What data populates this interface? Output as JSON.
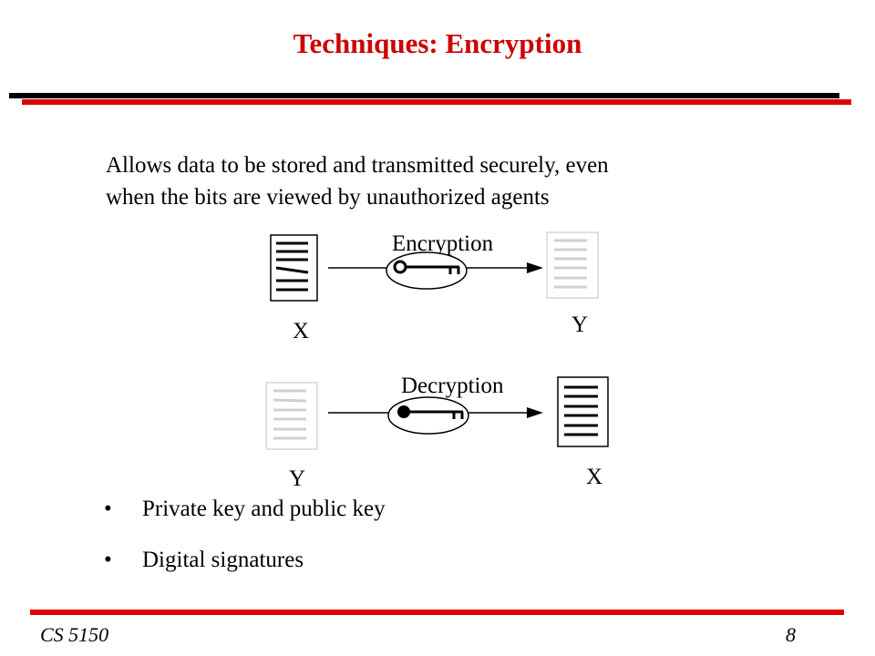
{
  "slide": {
    "title": "Techniques: Encryption",
    "intro_line1": "Allows data to be stored and transmitted securely, even",
    "intro_line2": "when the bits are viewed by unauthorized agents"
  },
  "diagram": {
    "encryption_label": "Encryption",
    "decryption_label": "Decryption",
    "enc_source_label": "X",
    "enc_target_label": "Y",
    "dec_source_label": "Y",
    "dec_target_label": "X"
  },
  "bullets": [
    "Private key and public key",
    "Digital signatures"
  ],
  "bullet_glyph": "•",
  "footer": {
    "course": "CS 5150",
    "page": "8"
  },
  "colors": {
    "title": "#cc0000",
    "accent_rule": "#e00000",
    "faded_text": "#c8c8c8"
  },
  "icons": [
    "document-icon",
    "faded-document-icon",
    "key-icon",
    "arrow-icon"
  ]
}
